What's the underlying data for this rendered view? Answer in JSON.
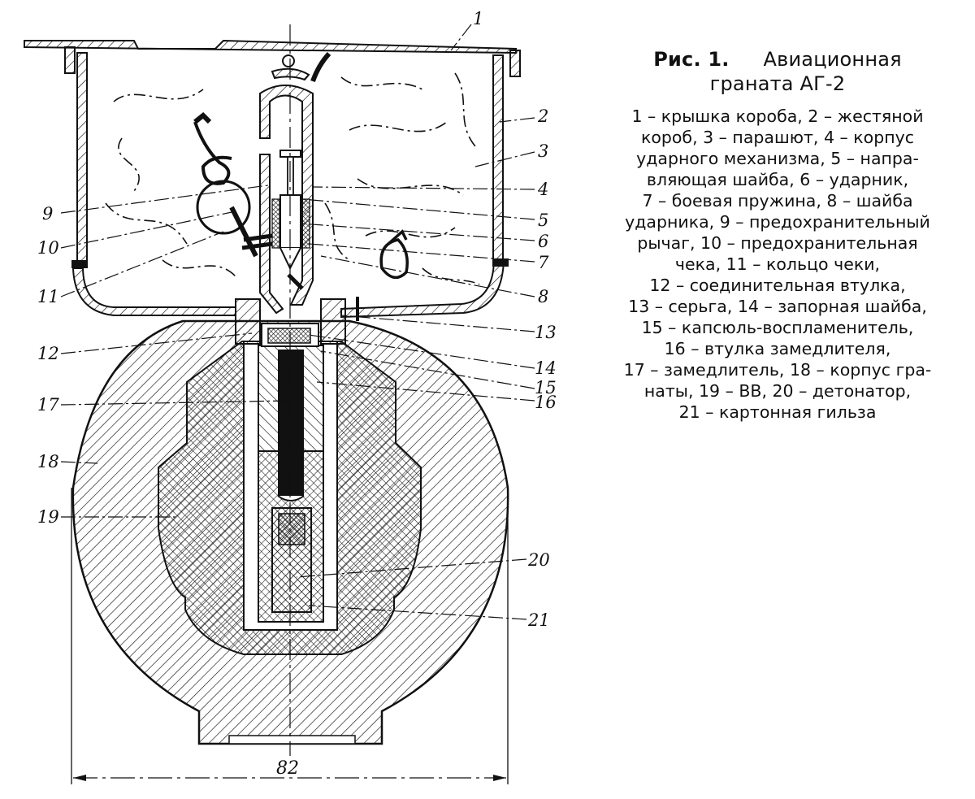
{
  "figure": {
    "number_label": "Рис. 1.",
    "title_line1": "Авиационная",
    "title_line2": "граната АГ-2",
    "legend_text": "1 – крышка короба, 2 – жестяной\nкороб, 3 – парашют, 4 – корпус\nударного механизма, 5 – напра-\nвляющая шайба, 6 – ударник,\n7 – боевая пружина, 8 – шайба\nударника, 9 – предохранительный\nрычаг, 10 – предохранительная\nчека, 11 – кольцо чеки,\n12 – соединительная втулка,\n13 – серьга, 14 – запорная шайба,\n15 – капсюль-воспламенитель,\n16 – втулка замедлителя,\n17 – замедлитель, 18 – корпус гра-\nнаты, 19 – ВВ, 20 – детонатор,\n21 – картонная гильза",
    "legend": [
      {
        "num": "1",
        "name": "крышка короба"
      },
      {
        "num": "2",
        "name": "жестяной короб"
      },
      {
        "num": "3",
        "name": "парашют"
      },
      {
        "num": "4",
        "name": "корпус ударного механизма"
      },
      {
        "num": "5",
        "name": "направляющая шайба"
      },
      {
        "num": "6",
        "name": "ударник"
      },
      {
        "num": "7",
        "name": "боевая пружина"
      },
      {
        "num": "8",
        "name": "шайба ударника"
      },
      {
        "num": "9",
        "name": "предохранительный рычаг"
      },
      {
        "num": "10",
        "name": "предохранительная чека"
      },
      {
        "num": "11",
        "name": "кольцо чеки"
      },
      {
        "num": "12",
        "name": "соединительная втулка"
      },
      {
        "num": "13",
        "name": "серьга"
      },
      {
        "num": "14",
        "name": "запорная шайба"
      },
      {
        "num": "15",
        "name": "капсюль-воспламенитель"
      },
      {
        "num": "16",
        "name": "втулка замедлителя"
      },
      {
        "num": "17",
        "name": "замедлитель"
      },
      {
        "num": "18",
        "name": "корпус гранаты"
      },
      {
        "num": "19",
        "name": "ВВ"
      },
      {
        "num": "20",
        "name": "детонатор"
      },
      {
        "num": "21",
        "name": "картонная гильза"
      }
    ]
  },
  "drawing": {
    "callouts": [
      "1",
      "2",
      "3",
      "4",
      "5",
      "6",
      "7",
      "8",
      "9",
      "10",
      "11",
      "12",
      "13",
      "14",
      "15",
      "16",
      "17",
      "18",
      "19",
      "20",
      "21"
    ],
    "dimension_label": "82",
    "ink_color": "#111111",
    "paper_color": "#ffffff"
  }
}
